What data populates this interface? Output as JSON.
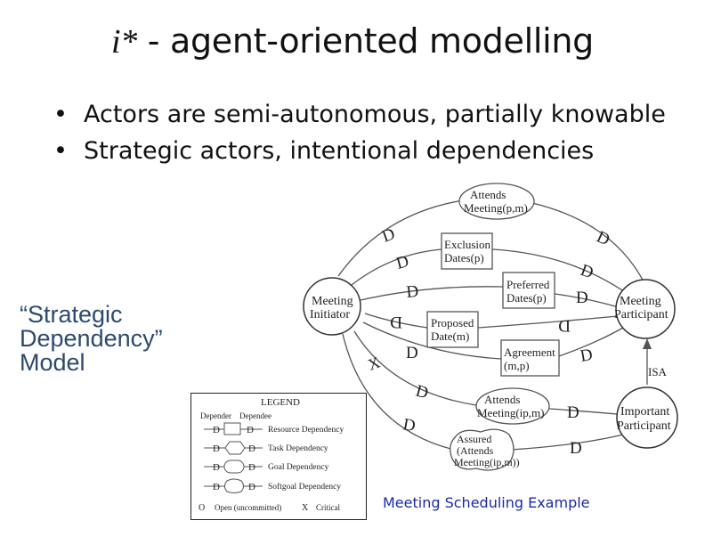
{
  "title": {
    "italic": "i*",
    "rest": " - agent-oriented modelling"
  },
  "bullets": [
    "Actors are semi-autonomous, partially knowable",
    "Strategic actors, intentional dependencies"
  ],
  "side_label": "“Strategic\nDependency”\nModel",
  "caption": "Meeting Scheduling Example",
  "diagram": {
    "actors": {
      "initiator": [
        "Meeting",
        "Initiator"
      ],
      "participant": [
        "Meeting",
        "Participant"
      ],
      "important": [
        "Important",
        "Participant"
      ]
    },
    "dependums": {
      "attends_meeting_p": [
        "Attends",
        "Meeting(p,m)"
      ],
      "exclusion": [
        "Exclusion",
        "Dates(p)"
      ],
      "preferred": [
        "Preferred",
        "Dates(p)"
      ],
      "proposed": [
        "Proposed",
        "Date(m)"
      ],
      "agreement": [
        "Agreement",
        "(m,p)"
      ],
      "attends_meeting_ip": [
        "Attends",
        "Meeting(ip,m)"
      ],
      "assured": [
        "Assured",
        "(Attends",
        "Meeting(ip,m))"
      ]
    },
    "isa_label": "ISA",
    "d_mark": "D",
    "x_mark": "X"
  },
  "legend": {
    "title": "LEGEND",
    "depender": "Depender",
    "dependee": "Dependee",
    "items": [
      "Resource Dependency",
      "Task Dependency",
      "Goal Dependency",
      "Softgoal Dependency"
    ],
    "open_mark": "O",
    "open_label": "Open (uncommitted)",
    "critical_mark": "X",
    "critical_label": "Critical"
  }
}
